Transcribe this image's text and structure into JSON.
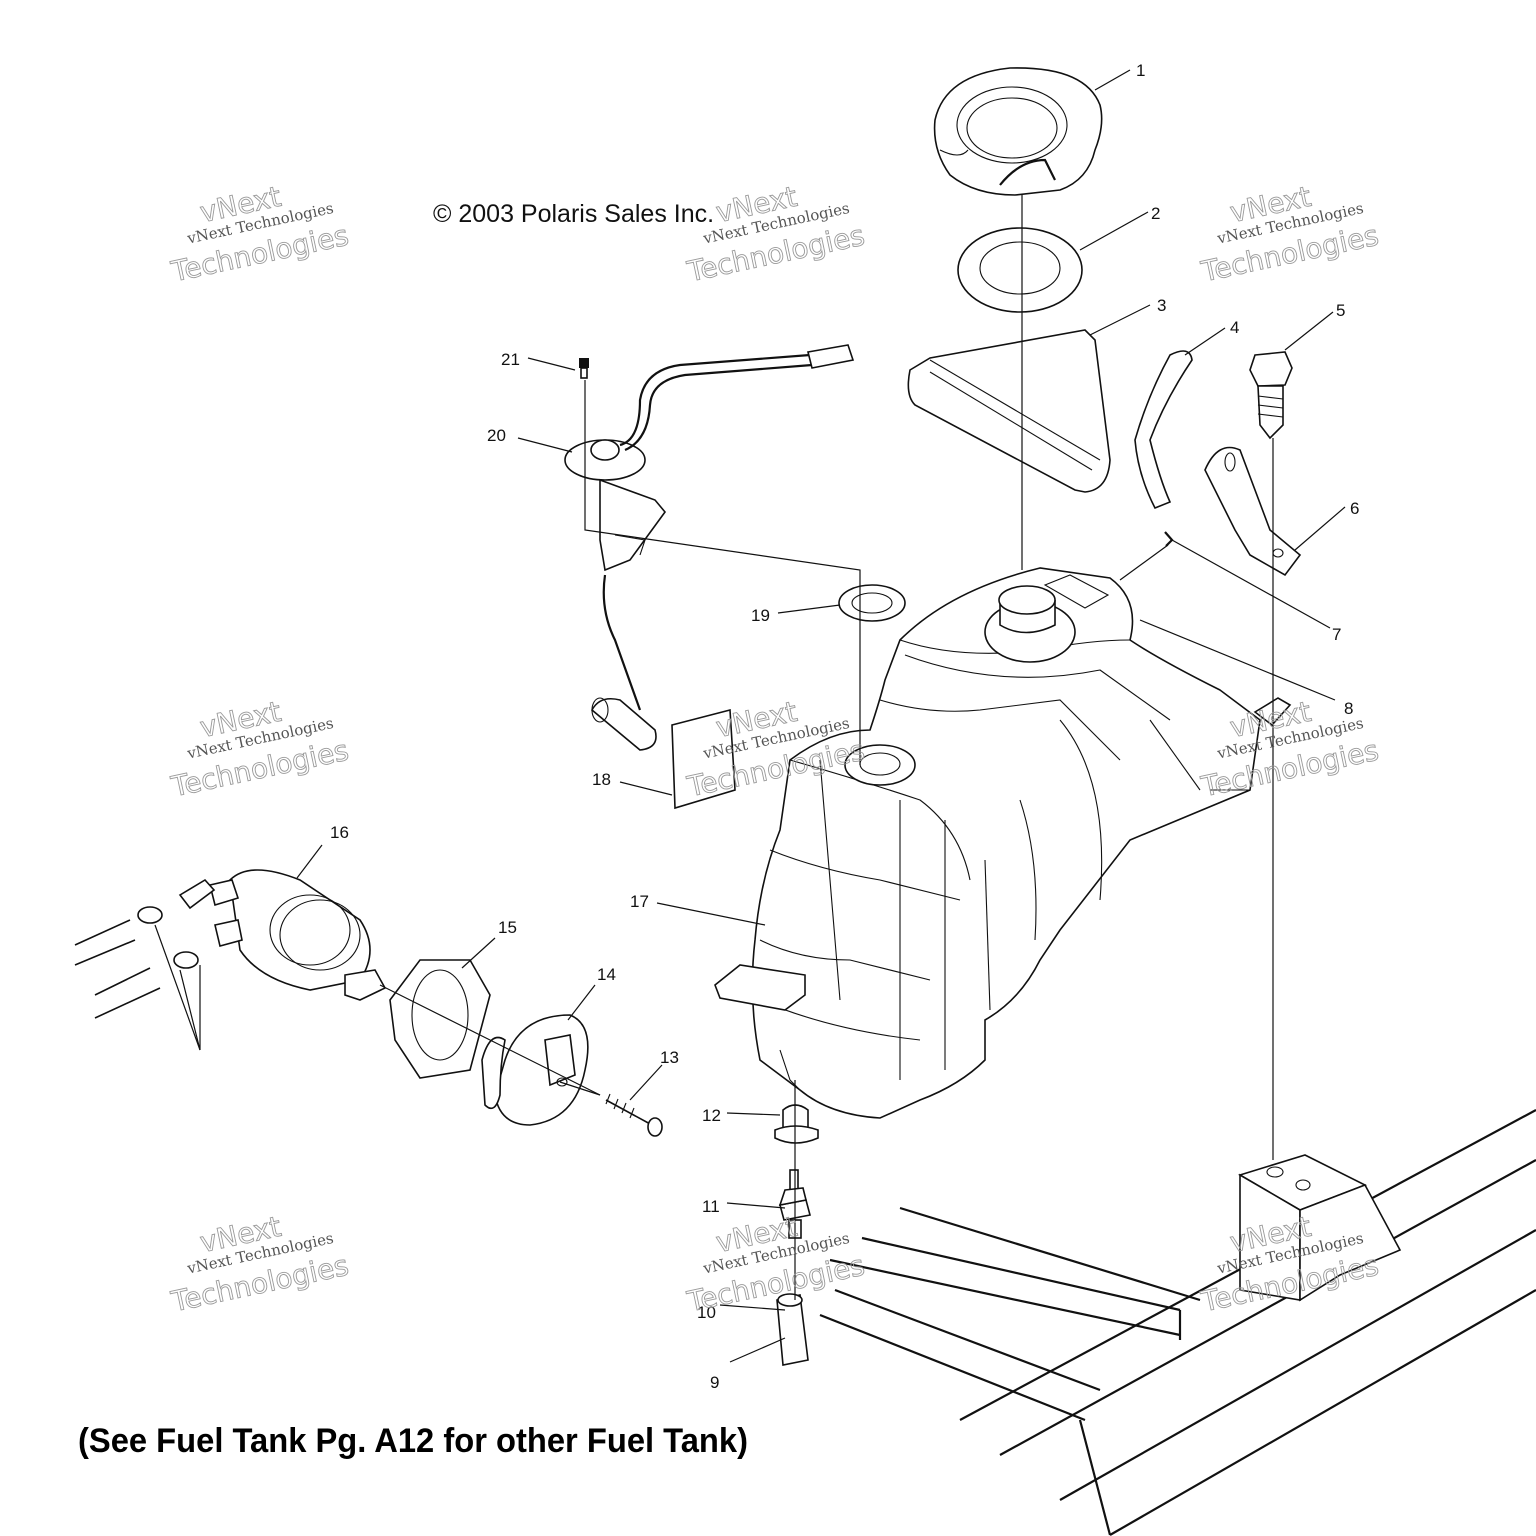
{
  "copyright": "© 2003 Polaris Sales Inc.",
  "footnote": "(See Fuel Tank Pg. A12 for other Fuel Tank)",
  "watermark": {
    "line1": "vNext",
    "line2": "vNext Technologies",
    "line3": "Technologies"
  },
  "callouts": [
    "1",
    "2",
    "3",
    "4",
    "5",
    "6",
    "7",
    "8",
    "9",
    "10",
    "11",
    "12",
    "13",
    "14",
    "15",
    "16",
    "17",
    "18",
    "19",
    "20",
    "21"
  ]
}
